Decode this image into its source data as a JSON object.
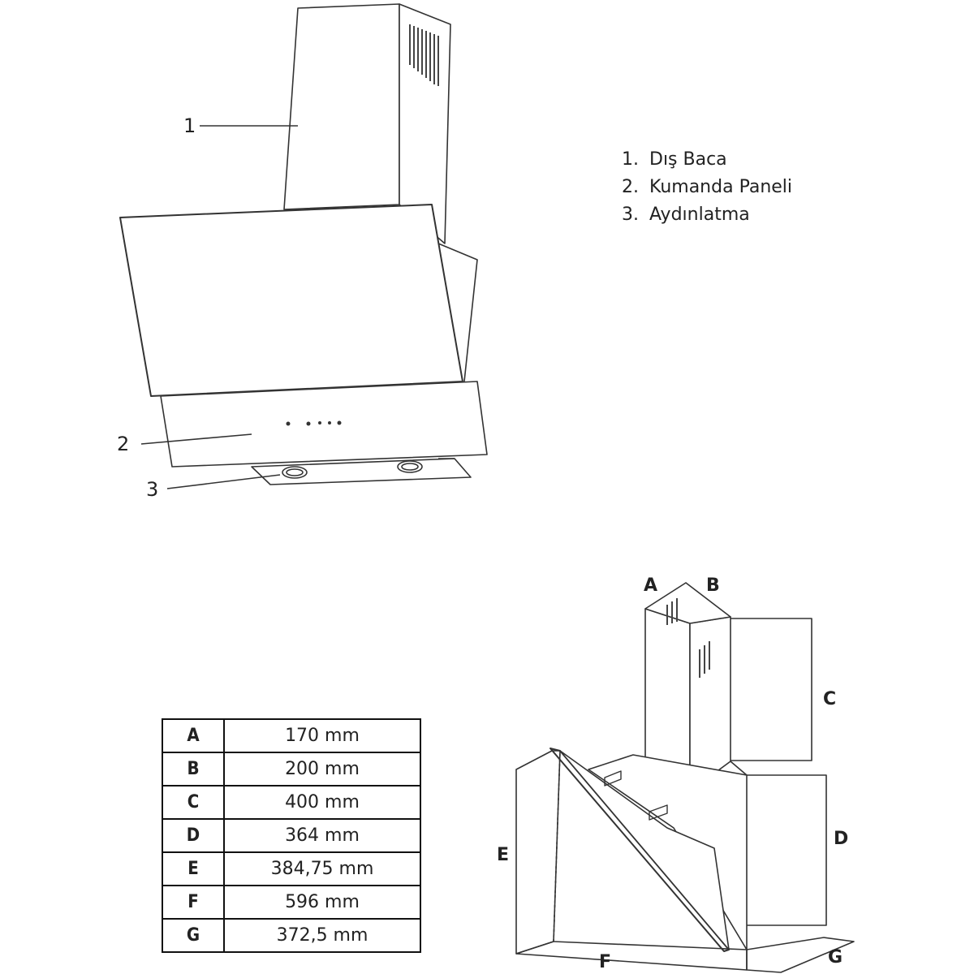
{
  "callouts": {
    "c1": "1",
    "c2": "2",
    "c3": "3"
  },
  "legend": [
    {
      "number": "1.",
      "label": "Dış Baca"
    },
    {
      "number": "2.",
      "label": "Kumanda Paneli"
    },
    {
      "number": "3.",
      "label": "Aydınlatma"
    }
  ],
  "dimension_labels": {
    "A": "A",
    "B": "B",
    "C": "C",
    "D": "D",
    "E": "E",
    "F": "F",
    "G": "G"
  },
  "dimensions_table": [
    {
      "key": "A",
      "value": "170 mm"
    },
    {
      "key": "B",
      "value": "200 mm"
    },
    {
      "key": "C",
      "value": "400 mm"
    },
    {
      "key": "D",
      "value": "364 mm"
    },
    {
      "key": "E",
      "value": "384,75 mm"
    },
    {
      "key": "F",
      "value": "596 mm"
    },
    {
      "key": "G",
      "value": "372,5 mm"
    }
  ]
}
